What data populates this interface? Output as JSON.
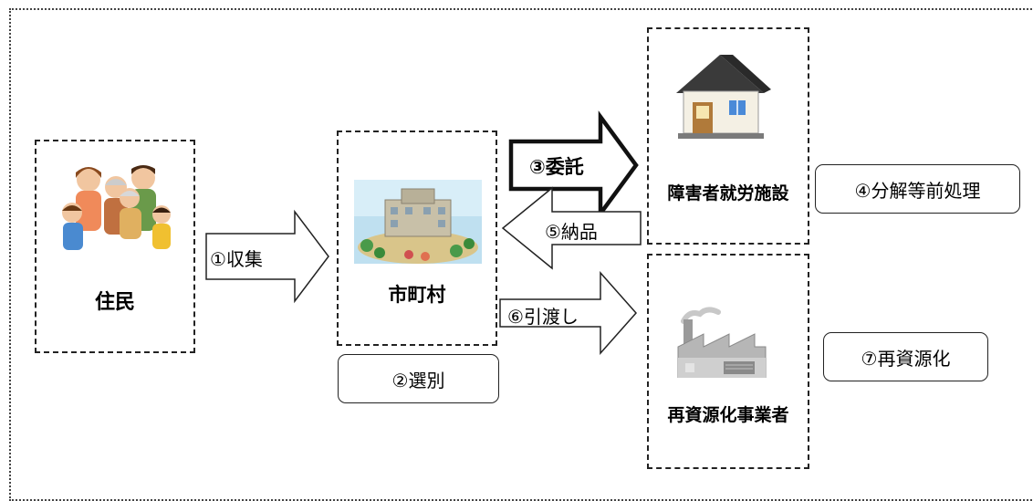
{
  "actors": {
    "resident": "住民",
    "municipality": "市町村",
    "facility": "障害者就労施設",
    "recycler": "再資源化事業者"
  },
  "steps": {
    "collect": "①収集",
    "sort": "②選別",
    "entrust": "③委託",
    "preprocess": "④分解等前処理",
    "deliver": "⑤納品",
    "handover": "⑥引渡し",
    "recycle": "⑦再資源化"
  },
  "icons": {
    "resident": "family-icon",
    "municipality": "city-hall-icon",
    "facility": "house-icon",
    "recycler": "factory-icon"
  }
}
